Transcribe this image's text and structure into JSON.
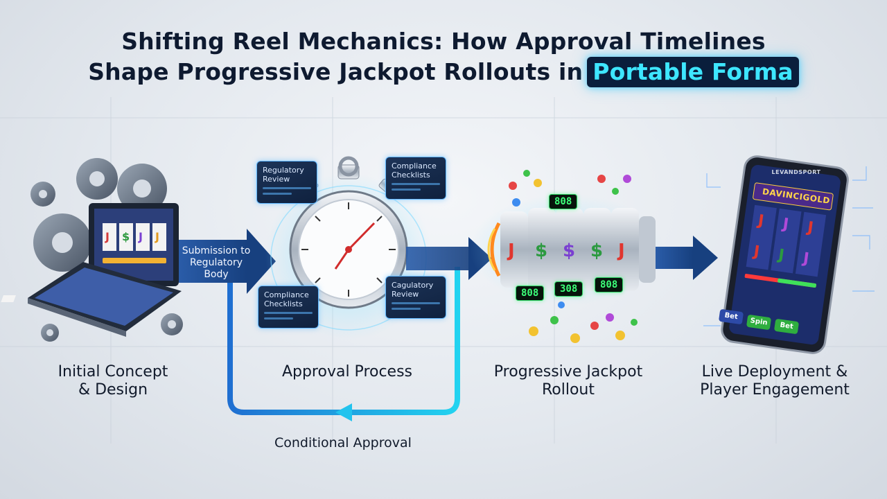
{
  "title": {
    "line1": "Shifting Reel Mechanics: How Approval Timelines",
    "line2_prefix": "Shape Progressive Jackpot Rollouts in",
    "line2_highlight": "Portable Forma"
  },
  "stages": [
    {
      "label": "Initial Concept\n& Design"
    },
    {
      "label": "Approval Process"
    },
    {
      "label": "Progressive Jackpot\nRollout"
    },
    {
      "label": "Live Deployment &\nPlayer Engagement"
    }
  ],
  "flows": {
    "submission": "Submission to\nRegulatory\nBody",
    "conditional": "Conditional Approval"
  },
  "approval_cards": [
    {
      "text": "Regulatory\nReview"
    },
    {
      "text": "Compliance\nChecklists"
    },
    {
      "text": "Compliance\nChecklists"
    },
    {
      "text": "Cagulatory\nReview"
    }
  ],
  "jackpot_counters": [
    "808",
    "808",
    "308",
    "808"
  ],
  "phone": {
    "header": "LEVANDSPORT",
    "game_title": "DAVINCIGOLD",
    "buttons": [
      "Bet",
      "Spin",
      "Bet"
    ]
  },
  "colors": {
    "arrow_navy": "#1f4b8c",
    "loop_cyan": "#22d3f0",
    "highlight_text": "#3ee6ff",
    "highlight_bg": "#0a1e3c"
  }
}
